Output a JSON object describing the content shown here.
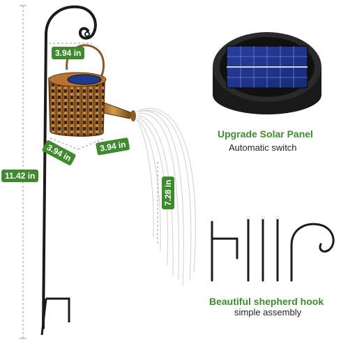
{
  "dimensions": {
    "top_width": "3.94 in",
    "base_depth": "3.94 in",
    "base_width": "3.94 in",
    "total_height": "11.42 in",
    "water_length": "7.28 in"
  },
  "features": {
    "solar_panel": {
      "title": "Upgrade Solar Panel",
      "subtitle": "Automatic switch"
    },
    "shepherd_hook": {
      "title": "Beautiful shepherd hook",
      "subtitle": "simple assembly"
    }
  },
  "colors": {
    "accent_green": "#3f8a2e",
    "can_copper": "#b87333",
    "hook_black": "#1b1b1b"
  },
  "icons": [
    "watering-can-icon",
    "solar-panel-icon",
    "shepherd-hook-icon"
  ]
}
